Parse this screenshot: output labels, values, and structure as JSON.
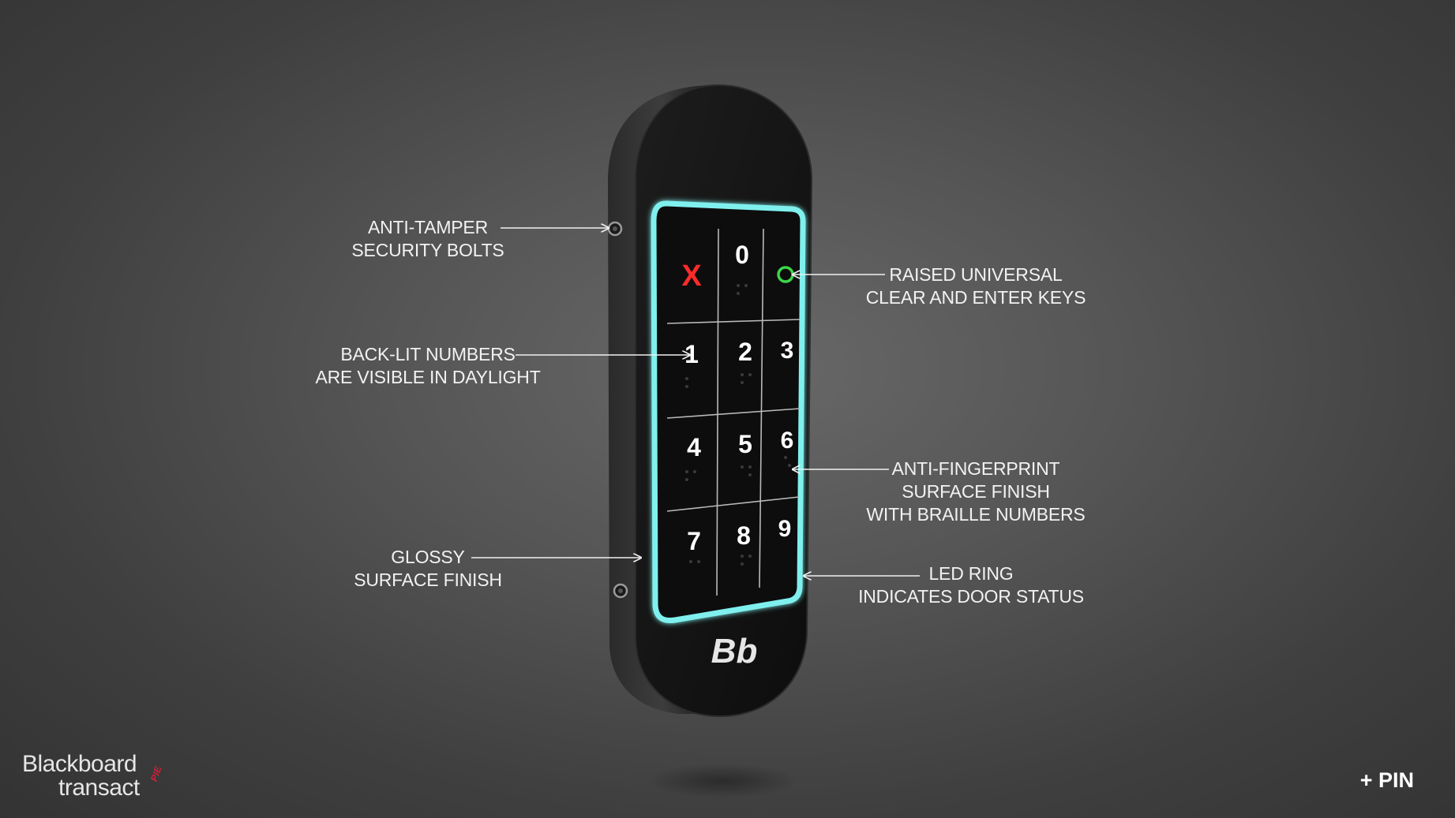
{
  "callouts": {
    "tamper": {
      "line1": "ANTI-TAMPER",
      "line2": "SECURITY BOLTS"
    },
    "backlit": {
      "line1": "BACK-LIT NUMBERS",
      "line2": "ARE VISIBLE IN DAYLIGHT"
    },
    "glossy": {
      "line1": "GLOSSY",
      "line2": "SURFACE FINISH"
    },
    "raised": {
      "line1": "RAISED UNIVERSAL",
      "line2": "CLEAR AND ENTER KEYS"
    },
    "fingerprint": {
      "line1": "ANTI-FINGERPRINT",
      "line2": "SURFACE FINISH",
      "line3": "WITH BRAILLE NUMBERS"
    },
    "led": {
      "line1": "LED RING",
      "line2": "INDICATES DOOR STATUS"
    }
  },
  "keypad": {
    "clear_key": "X",
    "keys": [
      "0",
      "1",
      "2",
      "3",
      "4",
      "5",
      "6",
      "7",
      "8",
      "9"
    ],
    "logo": "Bb"
  },
  "brand": {
    "line1": "Blackboard",
    "line2": "transact",
    "tag": "PIE"
  },
  "badge": {
    "label": "+ PIN"
  },
  "colors": {
    "led_ring": "#7ff0ee",
    "clear_key": "#ff2b2b",
    "enter_key": "#3dd64a",
    "background": "#555555"
  },
  "icons": {
    "enter": "circle-enter-icon",
    "clear": "x-clear-icon"
  }
}
